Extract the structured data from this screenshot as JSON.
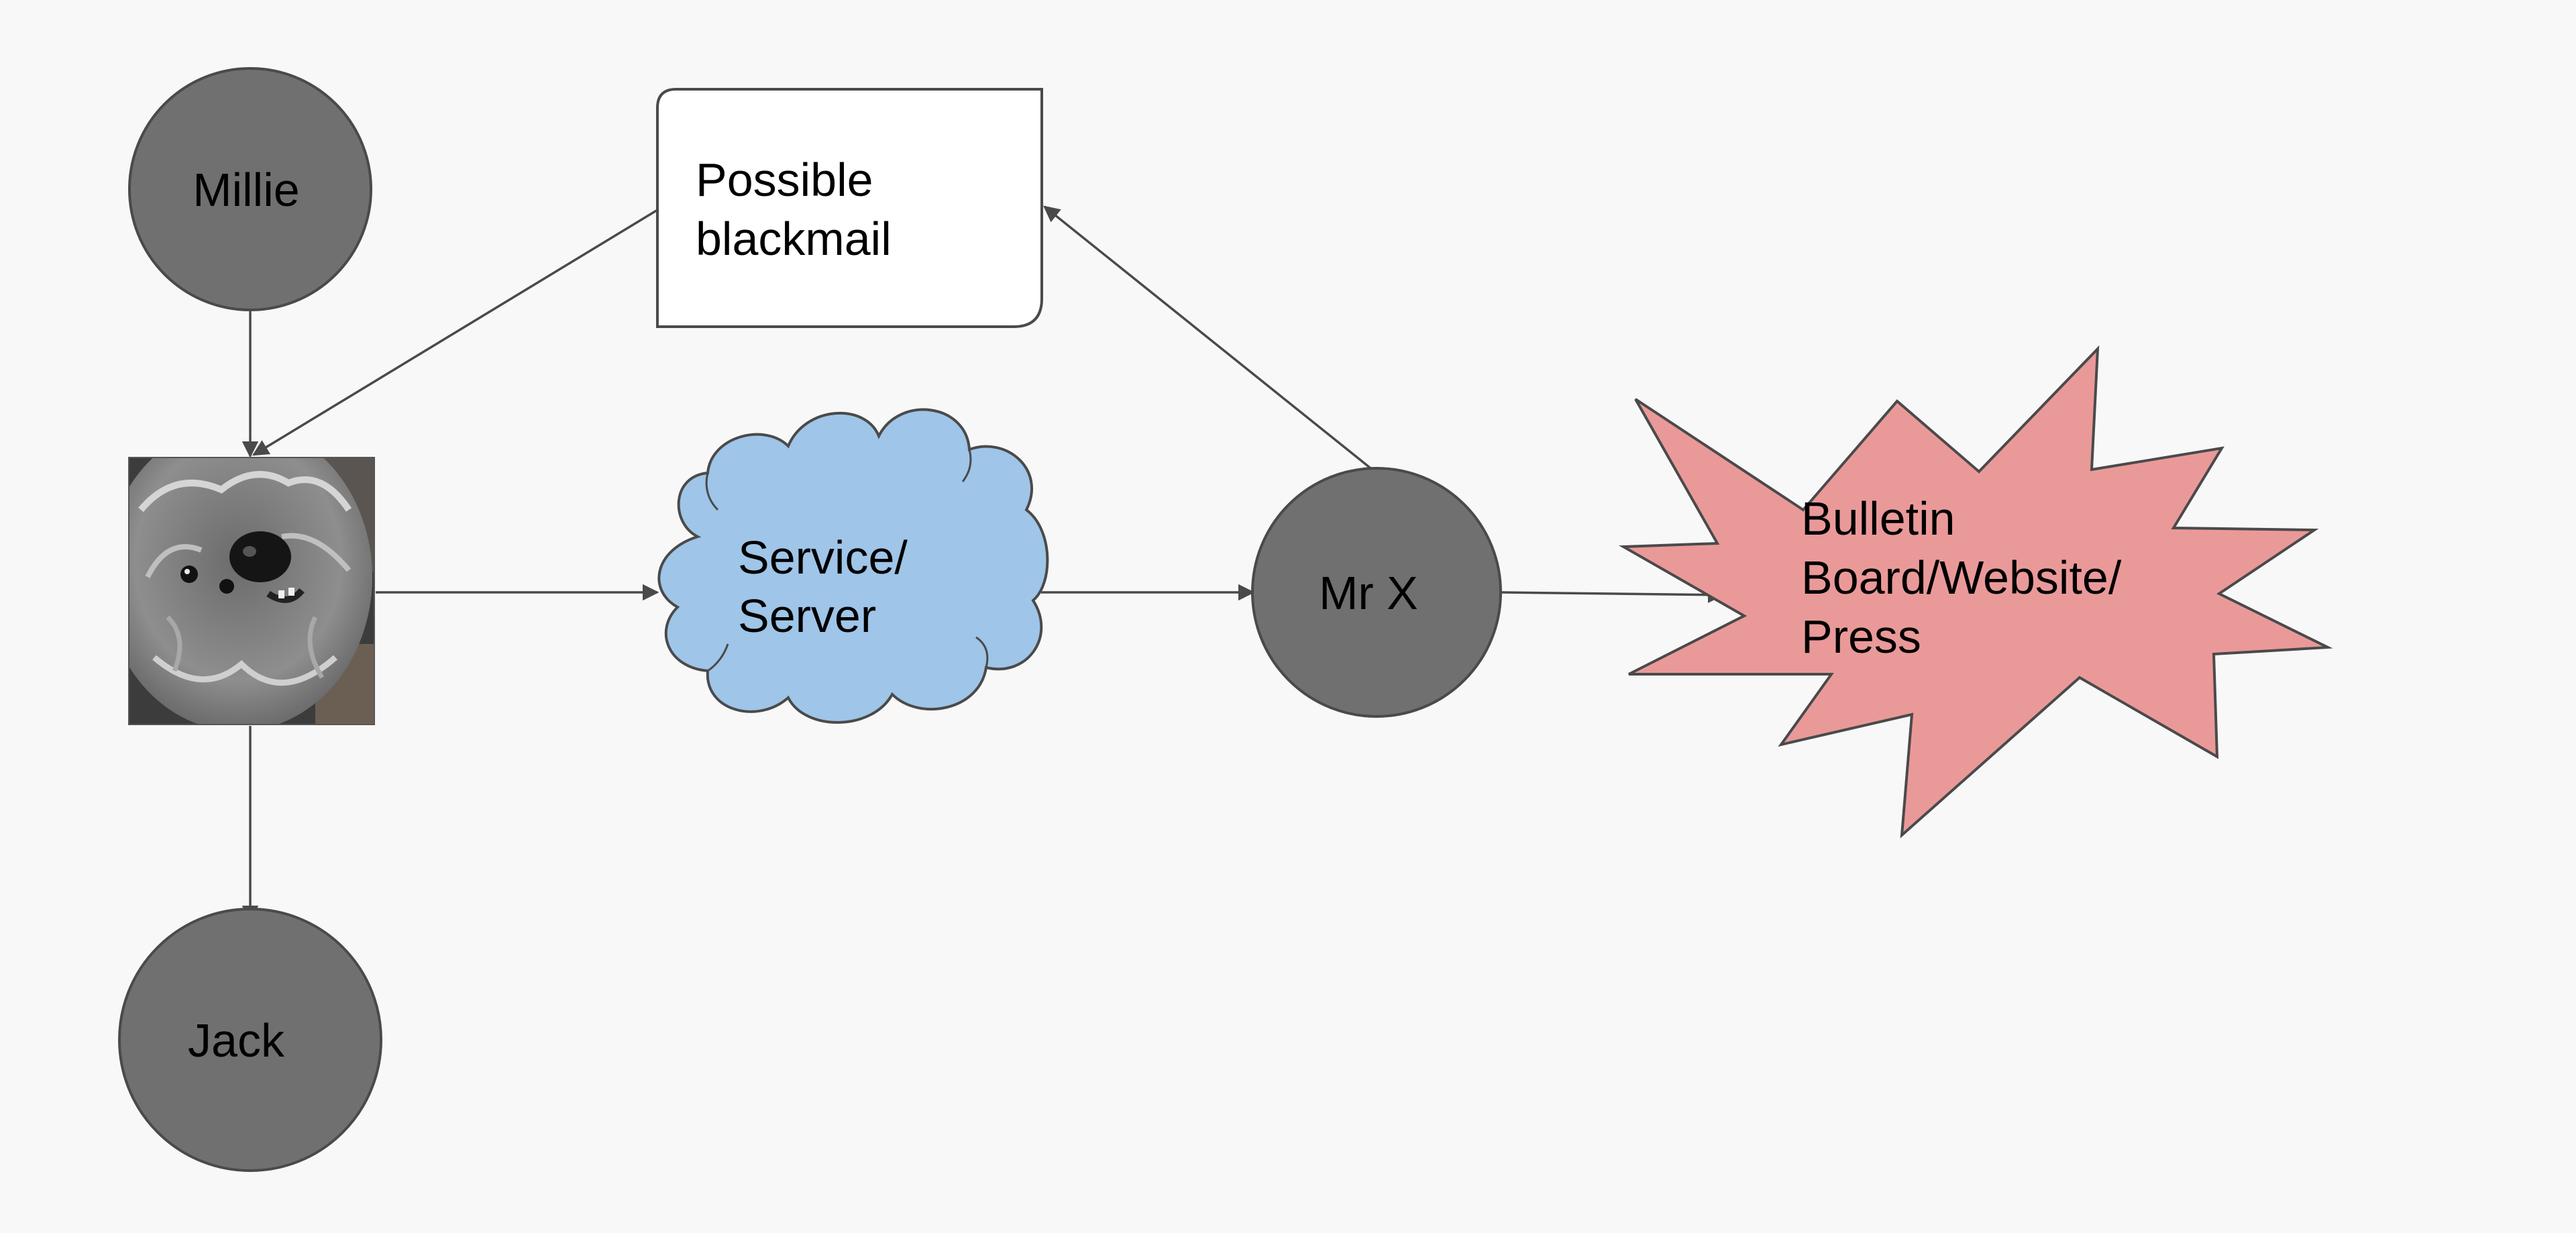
{
  "diagram": {
    "nodes": {
      "millie": {
        "label": "Millie",
        "shape": "circle"
      },
      "dog_photo": {
        "label": "",
        "shape": "image",
        "depicts": "dog-photo"
      },
      "jack": {
        "label": "Jack",
        "shape": "circle"
      },
      "blackmail": {
        "lines": [
          "Possible",
          "blackmail"
        ],
        "shape": "note"
      },
      "server": {
        "lines": [
          "Service/",
          "Server"
        ],
        "shape": "cloud"
      },
      "mrx": {
        "label": "Mr X",
        "shape": "circle"
      },
      "bulletin": {
        "lines": [
          "Bulletin",
          "Board/Website/",
          "Press"
        ],
        "shape": "starburst"
      }
    },
    "edges": [
      {
        "from": "millie",
        "to": "dog_photo"
      },
      {
        "from": "blackmail",
        "to": "dog_photo"
      },
      {
        "from": "dog_photo",
        "to": "jack"
      },
      {
        "from": "dog_photo",
        "to": "server"
      },
      {
        "from": "server",
        "to": "mrx"
      },
      {
        "from": "mrx",
        "to": "blackmail"
      },
      {
        "from": "mrx",
        "to": "bulletin"
      }
    ]
  },
  "colors": {
    "background": "#f8f8f8",
    "person_fill": "#707070",
    "outline": "#4a4a4a",
    "note_fill": "#ffffff",
    "cloud_fill": "#9fc5e8",
    "starburst_fill": "#ea9999",
    "text": "#000000"
  }
}
